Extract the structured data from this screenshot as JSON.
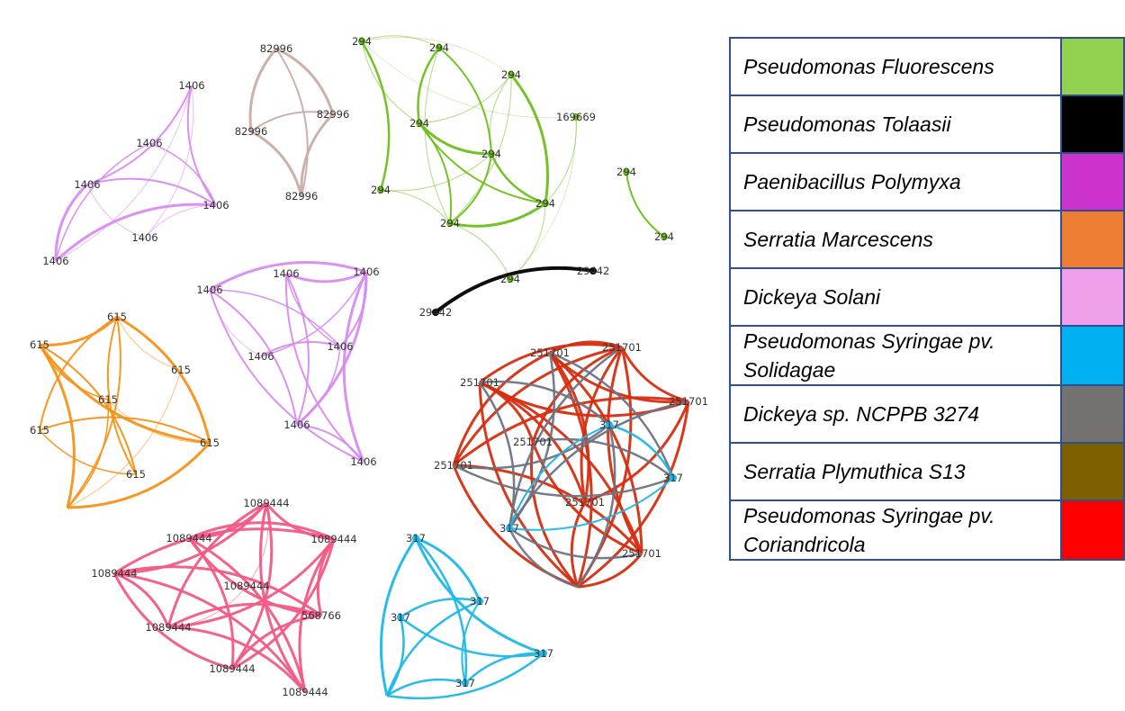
{
  "legend": [
    {
      "name": "Pseudomonas Fluorescens",
      "color": "#92D050"
    },
    {
      "name": "Pseudomonas Tolaasii",
      "color": "#000000"
    },
    {
      "name": "Paenibacillus Polymyxa",
      "color": "#CC33CC"
    },
    {
      "name": "Serratia Marcescens",
      "color": "#ED7D31"
    },
    {
      "name": "Dickeya Solani",
      "color": "#F09FEA"
    },
    {
      "name": "Pseudomonas Syringae pv. Solidagae",
      "color": "#00B0F0"
    },
    {
      "name": "Dickeya sp. NCPPB 3274",
      "color": "#767171"
    },
    {
      "name": "Serratia Plymuthica S13",
      "color": "#7F6000"
    },
    {
      "name": "Pseudomonas Syringae pv. Coriandricola",
      "color": "#FF0000"
    }
  ],
  "clusters": [
    {
      "id": "violet-1406",
      "edge_color": "#D98BF0",
      "labels": [
        "1406",
        "1406",
        "1406",
        "1406",
        "1406",
        "1406"
      ]
    },
    {
      "id": "brown-82996",
      "edge_color": "#C9ADA7",
      "labels": [
        "82996",
        "82996",
        "82996",
        "82996"
      ]
    },
    {
      "id": "green-294",
      "edge_color": "#6CBF1A",
      "labels": [
        "294",
        "294",
        "294",
        "294",
        "294",
        "294",
        "294",
        "294",
        "294",
        "169669",
        "294",
        "294"
      ]
    },
    {
      "id": "black-29442",
      "edge_color": "#000000",
      "labels": [
        "29442",
        "29442"
      ]
    },
    {
      "id": "violet-1406-b",
      "edge_color": "#D98BF0",
      "labels": [
        "1406",
        "1406",
        "1406",
        "1406",
        "1406",
        "1406",
        "1406"
      ]
    },
    {
      "id": "orange-615",
      "edge_color": "#F79219",
      "labels": [
        "615",
        "615",
        "615",
        "615",
        "615",
        "615",
        "615"
      ]
    },
    {
      "id": "red-251701",
      "edge_color": "#D62D10",
      "labels": [
        "251701",
        "251701",
        "251701",
        "251701",
        "251701",
        "251701",
        "251701",
        "251701"
      ]
    },
    {
      "id": "cyan-317-inner",
      "edge_color": "#1DB8E8",
      "labels": [
        "317",
        "317",
        "317"
      ]
    },
    {
      "id": "pink-1089444",
      "edge_color": "#F25A85",
      "labels": [
        "1089444",
        "1089444",
        "1089444",
        "1089444",
        "1089444",
        "568766",
        "1089444",
        "1089444",
        "1089444"
      ]
    },
    {
      "id": "cyan-317",
      "edge_color": "#1DB8E8",
      "labels": [
        "317",
        "317",
        "317",
        "317",
        "317"
      ]
    }
  ]
}
